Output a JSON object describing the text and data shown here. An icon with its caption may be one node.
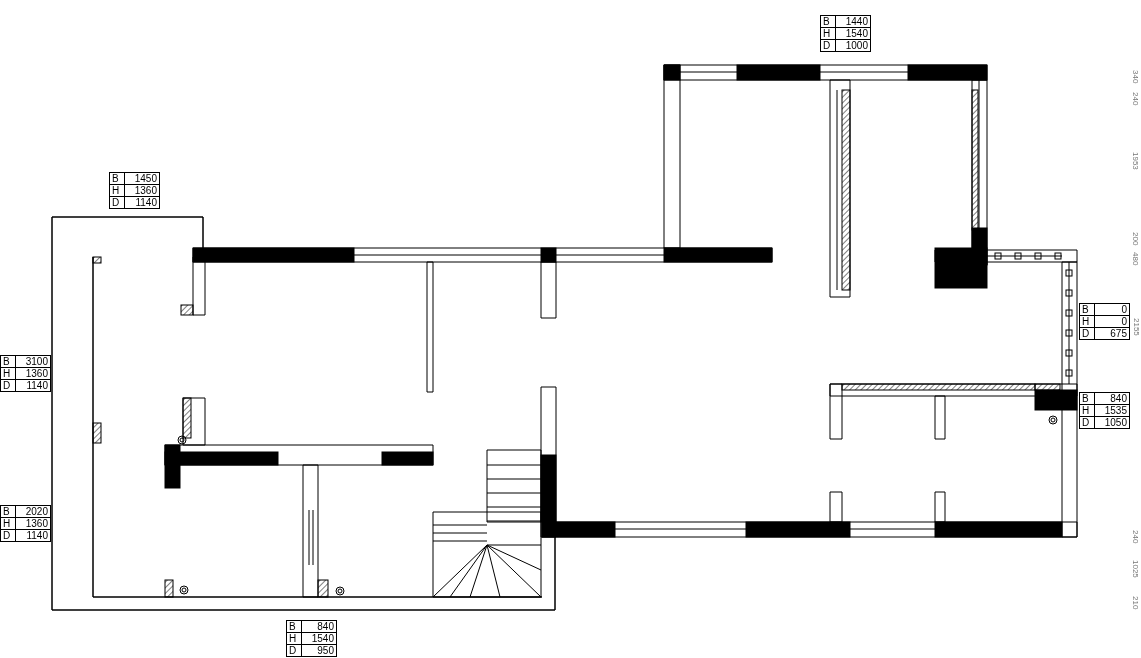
{
  "diagram": {
    "labels": [
      "B",
      "1440",
      "H",
      "1540",
      "D",
      "1000",
      "B",
      "1450",
      "H",
      "1360",
      "D",
      "1140",
      "B",
      "0",
      "H",
      "0",
      "D",
      "675",
      "B",
      "3100",
      "H",
      "1360",
      "D",
      "1140",
      "B",
      "840",
      "H",
      "1535",
      "D",
      "1050",
      "B",
      "2020",
      "H",
      "1360",
      "D",
      "1140",
      "B",
      "840",
      "H",
      "1540",
      "D",
      "950",
      "340",
      "240",
      "1953",
      "200",
      "480",
      "2155",
      "240",
      "1025",
      "210"
    ]
  }
}
